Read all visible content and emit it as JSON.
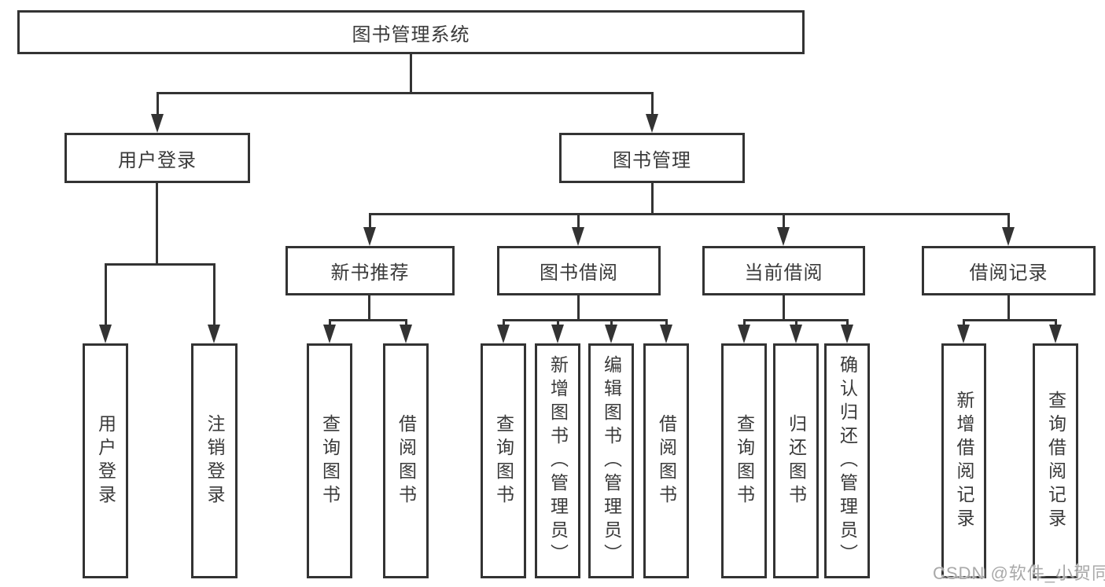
{
  "tree": {
    "root": {
      "label": "图书管理系统"
    },
    "user_login": {
      "label": "用户登录",
      "children": [
        {
          "label": "用户登录"
        },
        {
          "label": "注销登录"
        }
      ]
    },
    "book_mgmt": {
      "label": "图书管理",
      "children": [
        {
          "label": "新书推荐",
          "children": [
            {
              "label": "查询图书"
            },
            {
              "label": "借阅图书"
            }
          ]
        },
        {
          "label": "图书借阅",
          "children": [
            {
              "label": "查询图书"
            },
            {
              "label": "新增图书（管理员）"
            },
            {
              "label": "编辑图书（管理员）"
            },
            {
              "label": "借阅图书"
            }
          ]
        },
        {
          "label": "当前借阅",
          "children": [
            {
              "label": "查询图书"
            },
            {
              "label": "归还图书"
            },
            {
              "label": "确认归还（管理员）"
            }
          ]
        },
        {
          "label": "借阅记录",
          "children": [
            {
              "label": "新增借阅记录"
            },
            {
              "label": "查询借阅记录"
            }
          ]
        }
      ]
    }
  },
  "watermark": {
    "text": "CSDN @软件_小贺同学"
  },
  "colors": {
    "line": "#333333",
    "node_text": "#3a3a3a",
    "background": "#ffffff",
    "watermark_text": "#a9a9a9"
  }
}
